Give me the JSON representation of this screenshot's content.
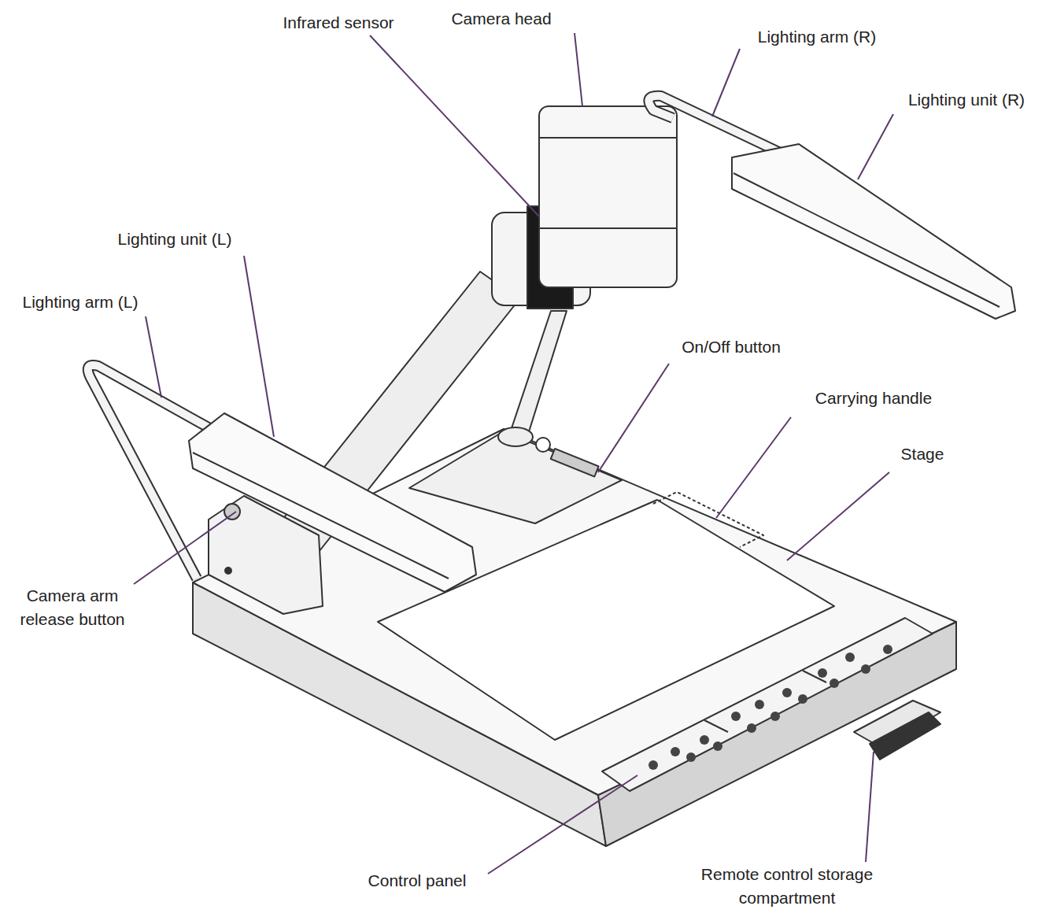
{
  "diagram": {
    "labels": [
      "Infrared sensor",
      "Camera head",
      "Lighting arm (R)",
      "Lighting unit (R)",
      "Lighting unit (L)",
      "Lighting arm (L)",
      "On/Off button",
      "Carrying handle",
      "Stage",
      "Camera arm release button",
      "Control panel",
      "Remote control storage compartment"
    ]
  }
}
